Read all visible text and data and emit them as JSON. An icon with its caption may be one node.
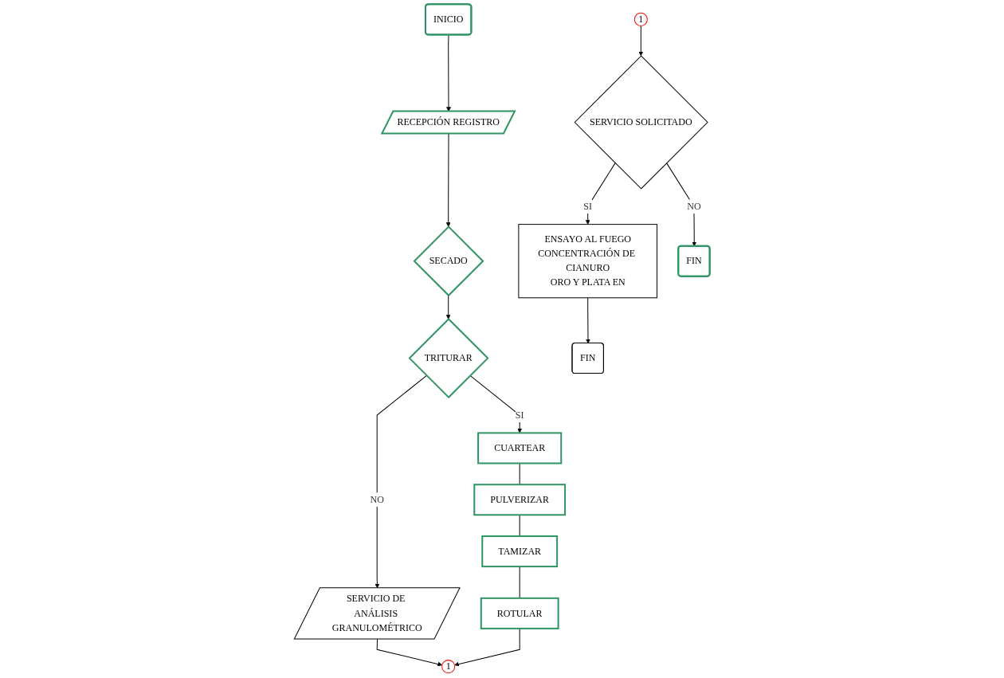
{
  "diagram": {
    "nodes": [
      {
        "text": [
          "INICIO"
        ]
      },
      {
        "text": [
          "RECEPCIÓN REGISTRO"
        ]
      },
      {
        "text": [
          "SECADO"
        ]
      },
      {
        "text": [
          "TRITURAR"
        ]
      },
      {
        "text": [
          "SERVICIO DE ANÁLISIS GRANULOMÉTRICO"
        ]
      },
      {
        "text": [
          "CUARTEAR"
        ]
      },
      {
        "text": [
          "PULVERIZAR"
        ]
      },
      {
        "text": [
          "TAMIZAR"
        ]
      },
      {
        "text": [
          "ROTULAR"
        ]
      },
      {
        "text": [
          "1"
        ]
      },
      {
        "text": [
          "1"
        ]
      },
      {
        "text": [
          "SERVICIO SOLICITADO"
        ]
      },
      {
        "text": [
          "ENSAYO AL FUEGO",
          "CONCENTRACIÓN DE CIANURO",
          "ORO Y PLATA EN"
        ]
      },
      {
        "text": [
          "FIN"
        ]
      },
      {
        "text": [
          "FIN"
        ]
      }
    ],
    "edges": [
      {
        "from": 0,
        "to": 1,
        "arrow": "to"
      },
      {
        "from": 1,
        "to": 2,
        "arrow": "to"
      },
      {
        "from": 2,
        "to": 3,
        "arrow": "to"
      },
      {
        "from": 3,
        "to": 4,
        "label": "NO",
        "arrow": "to"
      },
      {
        "from": 3,
        "to": 5,
        "label": "SI",
        "arrow": "to"
      },
      {
        "from": 5,
        "to": 6,
        "arrow": "none"
      },
      {
        "from": 6,
        "to": 7,
        "arrow": "none"
      },
      {
        "from": 7,
        "to": 8,
        "arrow": "none"
      },
      {
        "from": 4,
        "to": 9,
        "arrow": "to"
      },
      {
        "from": 8,
        "to": 9,
        "arrow": "to"
      },
      {
        "from": 10,
        "to": 11,
        "arrow": "to"
      },
      {
        "from": 11,
        "to": 12,
        "label": "SI",
        "arrow": "to"
      },
      {
        "from": 11,
        "to": 14,
        "label": "NO",
        "arrow": "to"
      },
      {
        "from": 12,
        "to": 13,
        "arrow": "to"
      }
    ]
  }
}
